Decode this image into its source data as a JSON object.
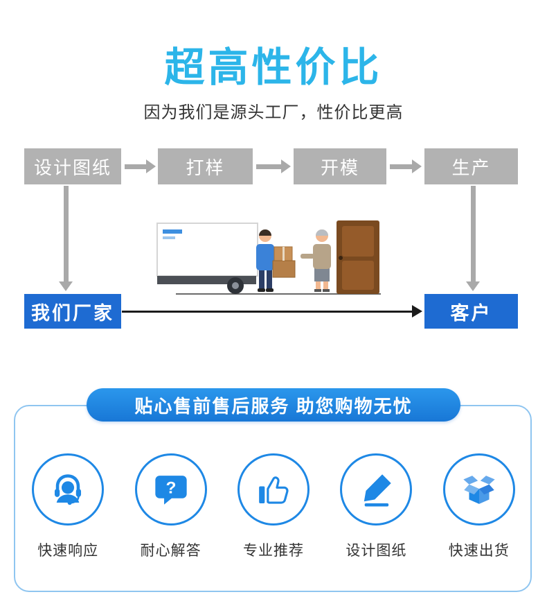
{
  "header": {
    "title": "超高性价比",
    "subtitle": "因为我们是源头工厂，性价比更高"
  },
  "flow": {
    "steps": [
      {
        "label": "设计图纸"
      },
      {
        "label": "打样"
      },
      {
        "label": "开模"
      },
      {
        "label": "生产"
      }
    ],
    "factory": "我们厂家",
    "customer": "客户"
  },
  "service": {
    "banner": "贴心售前售后服务 助您购物无忧",
    "items": [
      {
        "label": "快速响应",
        "icon": "headset-icon"
      },
      {
        "label": "耐心解答",
        "icon": "question-bubble-icon",
        "glyph": "?"
      },
      {
        "label": "专业推荐",
        "icon": "thumbs-up-icon"
      },
      {
        "label": "设计图纸",
        "icon": "pencil-icon"
      },
      {
        "label": "快速出货",
        "icon": "open-box-icon"
      }
    ]
  },
  "colors": {
    "title": "#2cb5e9",
    "step_box": "#b2b2b2",
    "primary_box": "#1e6bd2",
    "banner": "#1e88e5",
    "circle_border": "#1e88e5",
    "icon_blue": "#1e88e5"
  }
}
